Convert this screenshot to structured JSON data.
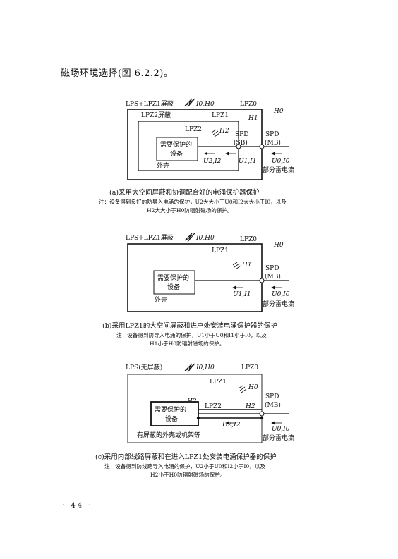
{
  "intro_text": "磁场环境选择(图 6.2.2)。",
  "page_number": "· 44 ·",
  "diagram_a": {
    "lps_label": "LPS+LPZ1屏蔽",
    "lightning_label": "I0,H0",
    "lpz0": "LPZ0",
    "h0": "H0",
    "lpz2_shield": "LPZ2屏蔽",
    "lpz1": "LPZ1",
    "h1": "H1",
    "lpz2": "LPZ2",
    "h2": "H2",
    "equipment_line1": "需要保护的",
    "equipment_line2": "设备",
    "spd_sb_line1": "SPD",
    "spd_sb_line2": "(SB)",
    "spd_mb_line1": "SPD",
    "spd_mb_line2": "(MB)",
    "u2i2": "U2,I2",
    "u1i1": "U1,I1",
    "u0i0": "U0,I0",
    "partial_current": "部分雷电流",
    "housing": "外壳",
    "caption": "(a)采用大空间屏蔽和协调配合好的电涌保护器保护",
    "note_line1": "注：设备得到良好的防导入电涌的保护，U2大大小于U0和I2大大小于I0，以及",
    "note_line2": "H2大大小于H0防辐射磁场的保护。"
  },
  "diagram_b": {
    "lps_label": "LPS+LPZ1屏蔽",
    "lightning_label": "I0,H0",
    "lpz0": "LPZ0",
    "h0": "H0",
    "lpz1": "LPZ1",
    "h1": "H1",
    "equipment_line1": "需要保护的",
    "equipment_line2": "设备",
    "housing": "外壳",
    "spd_mb_line1": "SPD",
    "spd_mb_line2": "(MB)",
    "u1i1": "U1,I1",
    "u0i0": "U0,I0",
    "partial_current": "部分雷电流",
    "caption": "(b)采用LPZ1的大空间屏蔽和进户处安装电涌保护器的保护",
    "note_line1": "注：设备得到防导入电涌的保护，U1小于U0和I1小于I0，以及",
    "note_line2": "H1小于H0防辐射磁场的保护。"
  },
  "diagram_c": {
    "lps_label": "LPS(无屏蔽)",
    "lightning_label": "I0,H0",
    "lpz0": "LPZ0",
    "lpz1": "LPZ1",
    "h0": "H0",
    "h2_top": "H2",
    "equipment_line1": "需要保护的",
    "equipment_line2": "设备",
    "lpz2": "LPZ2",
    "h2_line": "H2",
    "u2i2": "U2,I2",
    "spd_mb_line1": "SPD",
    "spd_mb_line2": "(MB)",
    "u0i0": "U0,I0",
    "partial_current": "部分雷电流",
    "housing": "有屏蔽的外壳或机架等",
    "caption": "(c)采用内部线路屏蔽和在进入LPZ1处安装电涌保护器的保护",
    "note_line1": "注：设备得到防线路导入电涌的保护，U2小于U0和I2小于I0，以及",
    "note_line2": "H2小于H0防辐射磁场的保护。"
  }
}
